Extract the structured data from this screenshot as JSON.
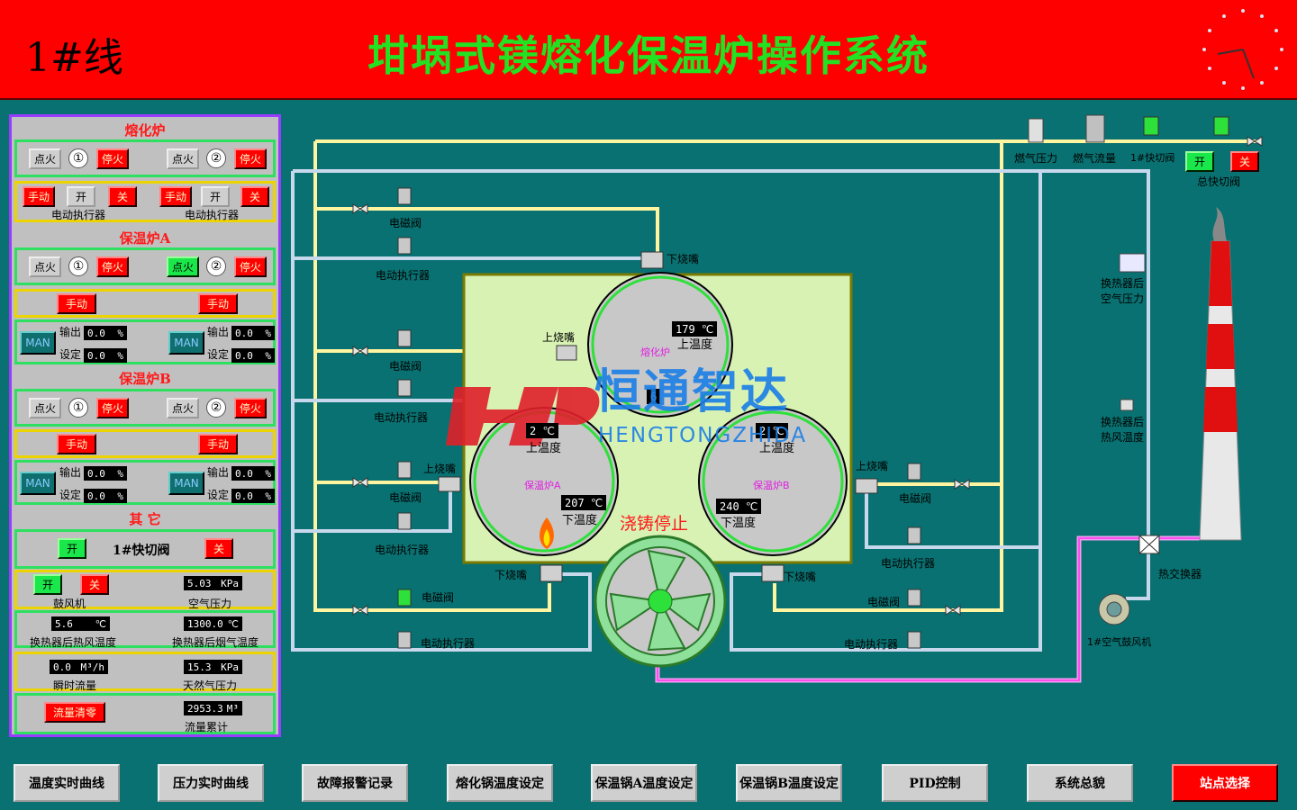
{
  "header": {
    "line_id": "1#线",
    "title": "坩埚式镁熔化保温炉操作系统"
  },
  "left": {
    "melt": {
      "title": "熔化炉",
      "ignite": "点火",
      "stop": "停火",
      "n1": "①",
      "n2": "②",
      "manual": "手动",
      "open": "开",
      "close": "关",
      "actuator": "电动执行器"
    },
    "holdA": {
      "title": "保温炉A",
      "ignite": "点火",
      "stop": "停火",
      "n1": "①",
      "n2": "②",
      "manual": "手动",
      "man": "MAN",
      "out_label": "输出",
      "set_label": "设定",
      "out1": "0.0",
      "set1": "0.0",
      "out2": "0.0",
      "set2": "0.0",
      "pct": "%"
    },
    "holdB": {
      "title": "保温炉B",
      "ignite": "点火",
      "stop": "停火",
      "n1": "①",
      "n2": "②",
      "manual": "手动",
      "man": "MAN",
      "out_label": "输出",
      "set_label": "设定",
      "out1": "0.0",
      "set1": "0.0",
      "out2": "0.0",
      "set2": "0.0",
      "pct": "%"
    },
    "other": {
      "title": "其 它",
      "open": "开",
      "close": "关",
      "quick_valve": "1#快切阀",
      "blower": "鼓风机",
      "air_pressure_val": "5.03",
      "air_pressure_unit": "KPa",
      "air_pressure": "空气压力",
      "hot_air_temp_val": "5.6",
      "hot_air_temp_unit": "℃",
      "hot_air_temp": "换热器后热风温度",
      "flue_temp_val": "1300.0",
      "flue_temp_unit": "℃",
      "flue_temp": "换热器后烟气温度",
      "flow_val": "0.0",
      "flow_unit": "M³/h",
      "flow": "瞬时流量",
      "gas_pressure_val": "15.3",
      "gas_pressure_unit": "KPa",
      "gas_pressure": "天然气压力",
      "flow_reset": "流量清零",
      "total_val": "2953.3",
      "total_unit": "M³",
      "total": "流量累计"
    }
  },
  "diagram": {
    "gas_pressure": "燃气压力",
    "gas_flow": "燃气流量",
    "quick_valve": "1#快切阀",
    "main_open": "开",
    "main_close": "关",
    "main_valve": "总快切阀",
    "solenoid": "电磁阀",
    "actuator": "电动执行器",
    "lower_burner": "下烧嘴",
    "upper_burner": "上烧嘴",
    "melt_label": "熔化炉",
    "melt_temp": "179 ℃",
    "upper_temp": "上温度",
    "lower_temp": "下温度",
    "a_label": "保温炉A",
    "a_upper": "2  ℃",
    "a_lower": "207 ℃",
    "b_label": "保温炉B",
    "b_upper": "2  ℃",
    "b_lower": "240 ℃",
    "melt_lower": "6",
    "casting": "浇铸停止",
    "hx_air_pressure": "换热器后 空气压力",
    "hx_hot_air": "换热器后 热风温度",
    "heat_exchanger": "热交换器",
    "blower": "1#空气鼓风机",
    "wm_cn": "恒通智达",
    "wm_en": "HENGTONGZHIDA"
  },
  "nav": [
    "温度实时曲线",
    "压力实时曲线",
    "故障报警记录",
    "熔化锅温度设定",
    "保温锅A温度设定",
    "保温锅B温度设定",
    "PID控制",
    "系统总貌",
    "站点选择"
  ]
}
